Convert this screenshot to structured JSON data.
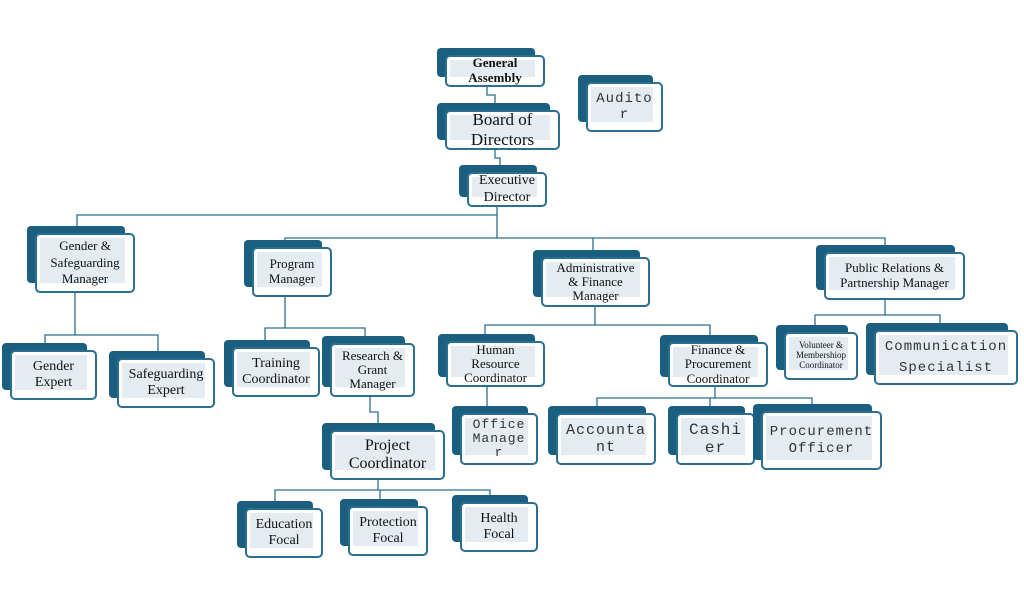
{
  "nodes": {
    "general_assembly": "General\nAssembly",
    "board": "Board of\nDirectors",
    "executive": "Executive\nDirector",
    "auditor": "Audito\nr",
    "gender_manager": "Gender &\nSafeguarding\nManager",
    "program_manager": "Program\nManager",
    "admin_finance": "Administrative\n& Finance\nManager",
    "pr_manager": "Public Relations &\nPartnership Manager",
    "gender_expert": "Gender\nExpert",
    "safeguarding_expert": "Safeguarding\nExpert",
    "training": "Training\nCoordinator",
    "research": "Research &\nGrant\nManager",
    "project": "Project\nCoordinator",
    "education": "Education\nFocal",
    "protection": "Protection\nFocal",
    "health": "Health\nFocal",
    "hr": "Human\nResource\nCoordinator",
    "office": "Office\nManage\nr",
    "finance_proc": "Finance &\nProcurement\nCoordinator",
    "accountant": "Accounta\nnt",
    "cashier": "Cashi\ner",
    "procurement": "Procurement\nOfficer",
    "volunteer": "Volunteer &\nMembershiop\nCoordinator",
    "communication": "Communication\nSpecialist"
  },
  "colors": {
    "box_back": "#1b5f80",
    "box_border": "#2b6f90",
    "box_fill": "#e5ecf1",
    "connector": "#2b6f90"
  }
}
